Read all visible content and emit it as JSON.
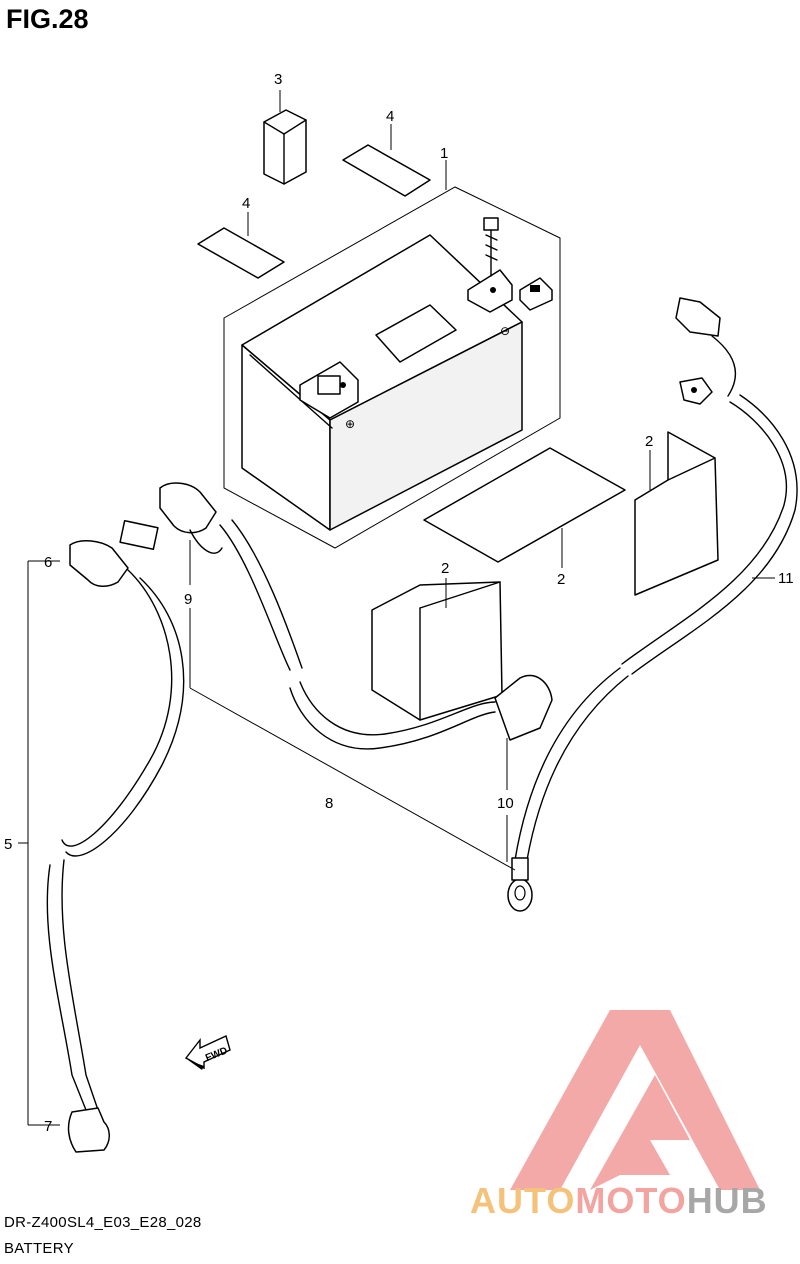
{
  "figure": {
    "title": "FIG.28",
    "code": "DR-Z400SL4_E03_E28_028",
    "subtitle": "BATTERY"
  },
  "callouts": [
    {
      "id": "c1",
      "label": "1"
    },
    {
      "id": "c2a",
      "label": "2"
    },
    {
      "id": "c2b",
      "label": "2"
    },
    {
      "id": "c2c",
      "label": "2"
    },
    {
      "id": "c3",
      "label": "3"
    },
    {
      "id": "c4a",
      "label": "4"
    },
    {
      "id": "c4b",
      "label": "4"
    },
    {
      "id": "c5",
      "label": "5"
    },
    {
      "id": "c6",
      "label": "6"
    },
    {
      "id": "c7",
      "label": "7"
    },
    {
      "id": "c8",
      "label": "8"
    },
    {
      "id": "c9",
      "label": "9"
    },
    {
      "id": "c10",
      "label": "10"
    },
    {
      "id": "c11",
      "label": "11"
    }
  ],
  "fwd_label": "FWD",
  "watermark": {
    "part1": "AUTO",
    "part2": "MOTO",
    "part3": "HUB",
    "colors": {
      "auto": "#f4c27a",
      "moto": "#f3a3a0",
      "hub": "#a7a7a7",
      "logo": "#f19a98"
    }
  }
}
